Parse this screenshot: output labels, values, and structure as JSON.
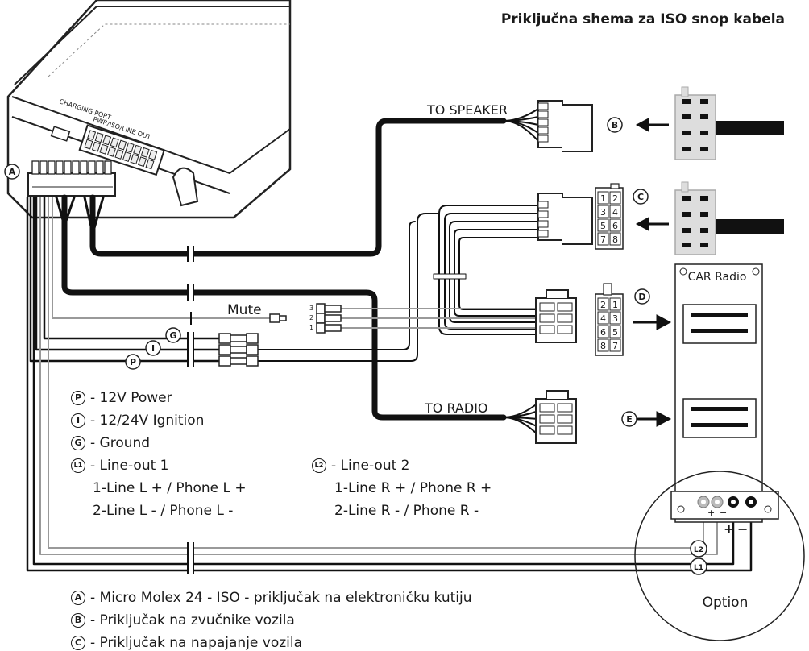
{
  "title": "Priključna shema za ISO snop kabela",
  "module": {
    "charging_port_label": "CHARGING PORT",
    "pwr_label": "PWR/ISO/LINE OUT"
  },
  "cables": {
    "to_speaker": "TO SPEAKER",
    "to_radio": "TO RADIO",
    "mute": "Mute"
  },
  "connectors": {
    "A": "A",
    "B": "B",
    "C": "C",
    "D": "D",
    "E": "E",
    "G": "G",
    "I": "I",
    "P": "P",
    "L1": "L1",
    "L2": "L2"
  },
  "pin_labels": {
    "C": [
      "1",
      "2",
      "3",
      "4",
      "5",
      "6",
      "7",
      "8"
    ],
    "D": [
      "2",
      "1",
      "4",
      "3",
      "6",
      "5",
      "8",
      "7"
    ],
    "mute_pins": [
      "3",
      "2",
      "1"
    ]
  },
  "radio": {
    "label": "CAR Radio",
    "plus": "+",
    "minus": "−",
    "plus_small": "+",
    "minus_small": "−",
    "option": "Option"
  },
  "legend": {
    "P": "- 12V Power",
    "I": "- 12/24V Ignition",
    "G": "- Ground",
    "L1": "- Line-out 1",
    "L1_lines": [
      "1-Line L + / Phone L +",
      "2-Line L - / Phone L -"
    ],
    "L2": "- Line-out 2",
    "L2_lines": [
      "1-Line R + / Phone R +",
      "2-Line R - / Phone R -"
    ]
  },
  "bottom": {
    "A": "- Micro Molex 24 - ISO - priključak na elektroničku kutiju",
    "B": "- Priključak na zvučnike vozila",
    "C_partial": "- Priključak na napajanje vozila"
  }
}
